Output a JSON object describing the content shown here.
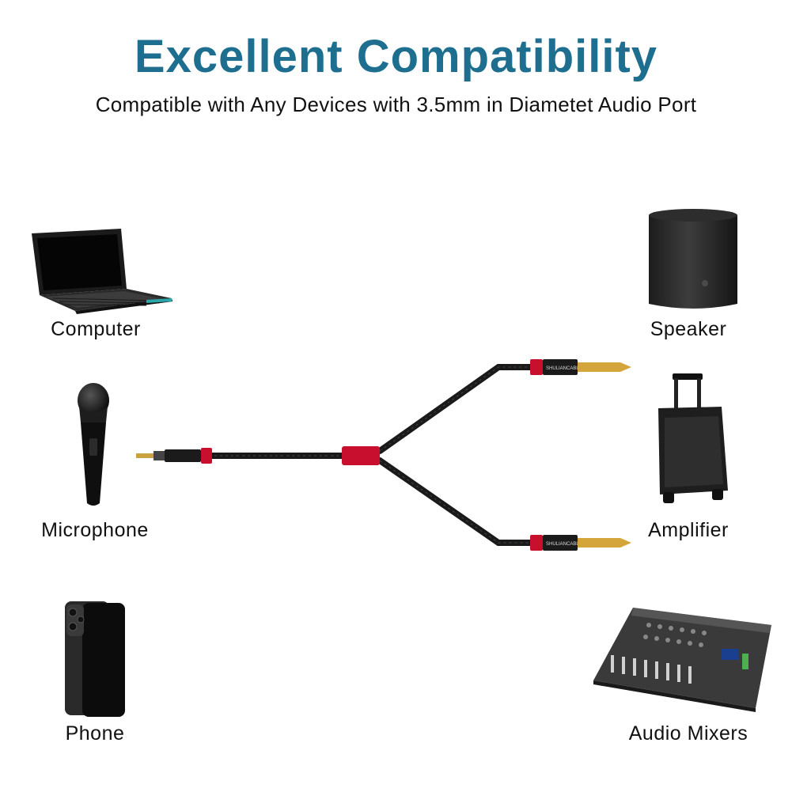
{
  "header": {
    "title": "Excellent Compatibility",
    "subtitle": "Compatible with Any Devices with 3.5mm in Diametet Audio Port"
  },
  "devices": {
    "computer": "Computer",
    "microphone": "Microphone",
    "phone": "Phone",
    "speaker": "Speaker",
    "amplifier": "Amplifier",
    "audio_mixers": "Audio Mixers"
  },
  "cable": {
    "brand": "SHULIANCABLE"
  },
  "colors": {
    "title": "#1d6e8f",
    "accent_red": "#c8102e",
    "cable_black": "#1a1a1a",
    "gold": "#d4a53a"
  }
}
